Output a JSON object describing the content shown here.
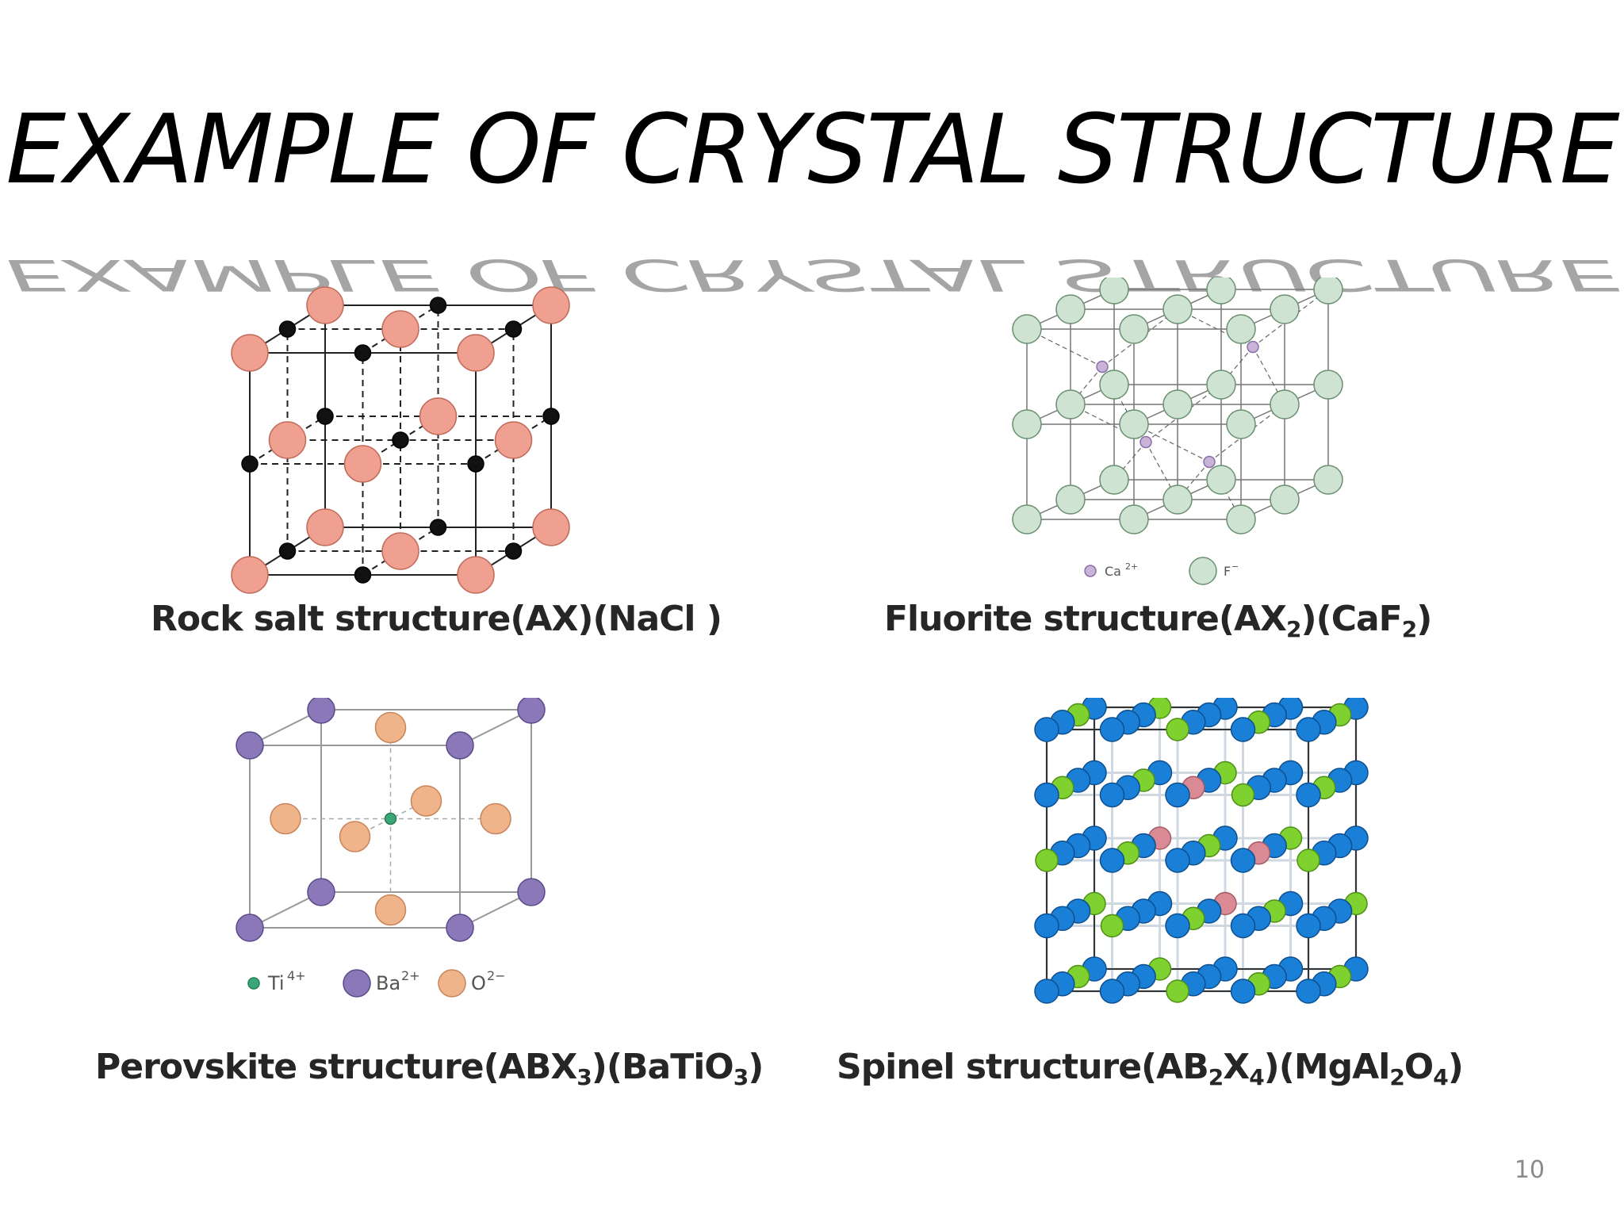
{
  "slide": {
    "title": "EXAMPLE OF CRYSTAL STRUCTURE",
    "page_number": "10"
  },
  "figures": [
    {
      "id": "rock-salt",
      "caption": [
        "Rock salt structure(AX)(NaCl )"
      ],
      "colors": {
        "anion": "#f0a090",
        "cation": "#111111"
      }
    },
    {
      "id": "fluorite",
      "caption": [
        "Fluorite structure(AX",
        "2",
        ")(CaF",
        "2",
        ")"
      ],
      "legend": [
        {
          "label": "Ca",
          "charge": "2+"
        },
        {
          "label": "F",
          "charge": "−"
        }
      ],
      "colors": {
        "anion": "#cfe3d2",
        "cation": "#c9b3d9"
      }
    },
    {
      "id": "perovskite",
      "caption": [
        "Perovskite structure(ABX",
        "3",
        ")(BaTiO",
        "3",
        ")"
      ],
      "legend": [
        {
          "label": "Ti",
          "charge": "4+"
        },
        {
          "label": "Ba",
          "charge": "2+"
        },
        {
          "label": "O",
          "charge": "2−"
        }
      ],
      "colors": {
        "ti": "#3aa876",
        "ba": "#8a78b8",
        "o": "#f0b48a"
      }
    },
    {
      "id": "spinel",
      "caption": [
        "Spinel structure(AB",
        "2",
        "X",
        "4",
        ")(MgAl",
        "2",
        "O",
        "4",
        ")"
      ],
      "colors": {
        "blue": "#1a7fd6",
        "green": "#7fd130",
        "pink": "#d98a94"
      }
    }
  ]
}
